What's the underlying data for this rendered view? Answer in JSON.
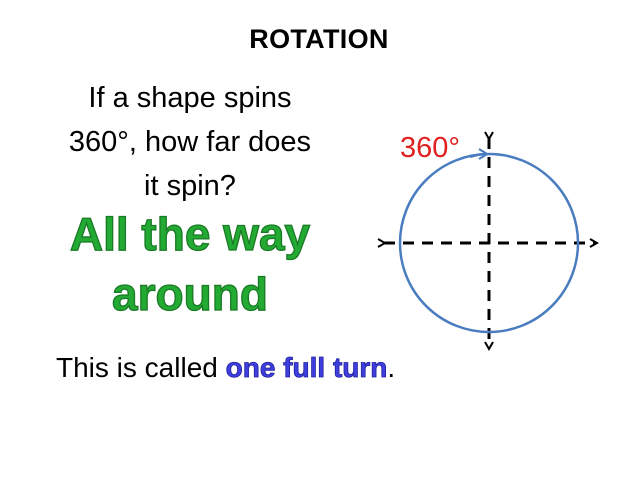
{
  "slide": {
    "title": "ROTATION",
    "question_lines": [
      "If a shape spins",
      "360°, how far does",
      "it spin?"
    ],
    "answer_lines": [
      "All the way",
      "around"
    ],
    "summary_before": "This is called ",
    "summary_highlight": "one full turn",
    "summary_after": "."
  },
  "diagram": {
    "angle_label": "360°"
  }
}
